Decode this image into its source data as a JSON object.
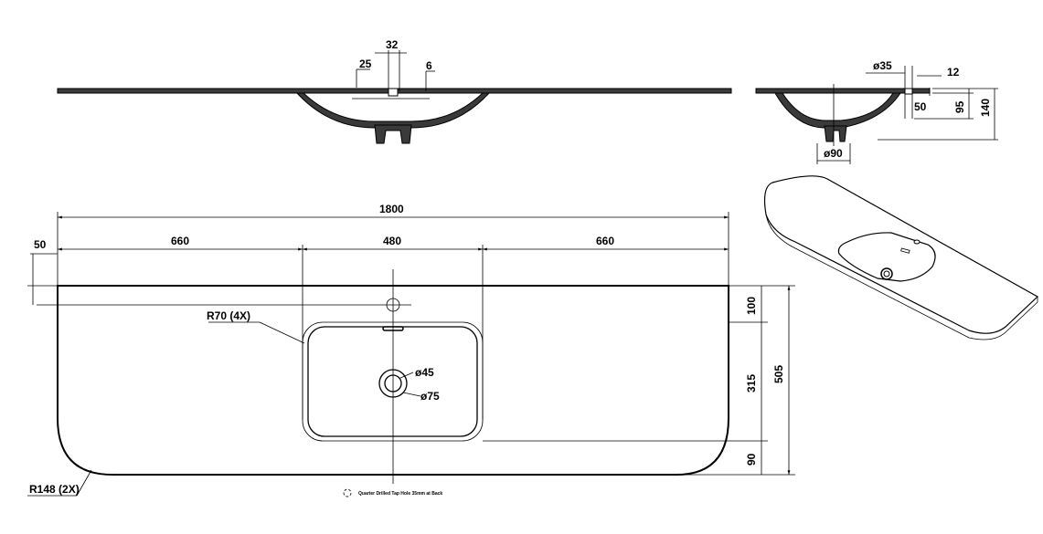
{
  "top_section": {
    "tap_hole_width": "32",
    "left_offset": "25",
    "right_offset": "6"
  },
  "side_section": {
    "tap_diameter": "ø35",
    "edge_thickness": "12",
    "depth_a": "50",
    "depth_b": "95",
    "depth_total": "140",
    "waste_diameter": "ø90"
  },
  "plan": {
    "overall_width": "1800",
    "back_margin": "50",
    "left_width": "660",
    "basin_width": "480",
    "right_width": "660",
    "basin_radius": "R70 (4X)",
    "corner_radius": "R148 (2X)",
    "waste_inner": "ø45",
    "waste_outer": "ø75",
    "dim_back": "100",
    "dim_basin_depth": "315",
    "dim_front": "90",
    "overall_depth": "505",
    "note": "Quarter Drilled Tap Hole 35mm at Back"
  }
}
